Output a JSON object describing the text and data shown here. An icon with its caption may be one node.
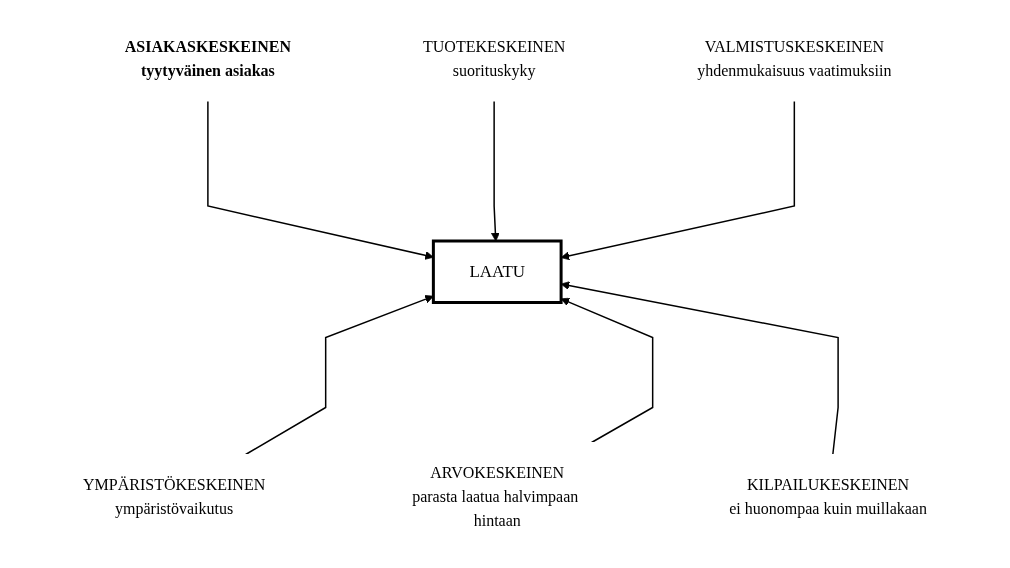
{
  "diagram": {
    "nodes": [
      {
        "text": [
          "ASIAKASKESKEINEN",
          "tyytyväinen asiakas"
        ]
      },
      {
        "text": [
          "TUOTEKESKEINEN",
          "suorituskyky"
        ]
      },
      {
        "text": [
          "VALMISTUSKESKEINEN",
          "yhdenmukaisuus vaatimuksiin"
        ]
      },
      {
        "text": [
          "LAATU"
        ]
      },
      {
        "text": [
          "YMPÄRISTÖKESKEINEN",
          "ympäristövaikutus"
        ]
      },
      {
        "text": [
          "ARVOKESKEINEN",
          "parasta laatua halvimpaan hintaan"
        ]
      },
      {
        "text": [
          "KILPAILUKESKEINEN",
          "ei huonompaa kuin muillakaan"
        ]
      }
    ],
    "edges": [
      {
        "from": 0,
        "to": 3,
        "arrow": "to"
      },
      {
        "from": 1,
        "to": 3,
        "arrow": "to"
      },
      {
        "from": 2,
        "to": 3,
        "arrow": "to"
      },
      {
        "from": 4,
        "to": 3,
        "arrow": "to"
      },
      {
        "from": 5,
        "to": 3,
        "arrow": "to"
      },
      {
        "from": 6,
        "to": 3,
        "arrow": "to"
      }
    ]
  }
}
